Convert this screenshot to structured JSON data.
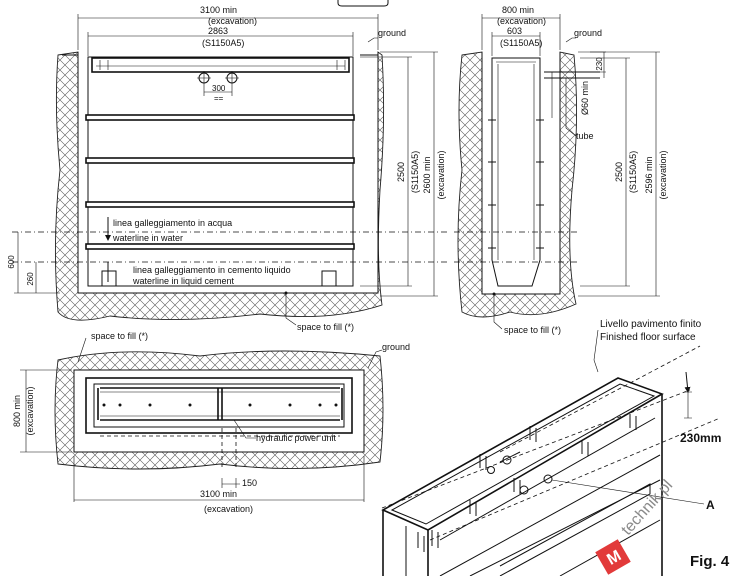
{
  "front_view": {
    "excavation_width": "3100",
    "excavation_width_suffix": "min",
    "excavation_note": "(excavation)",
    "unit_width": "2863",
    "unit_model": "(S1150A5)",
    "ground_label": "ground",
    "hole_spacing": "300",
    "hole_equal": "==",
    "height_unit": "2500",
    "height_model": "(S1150A5)",
    "height_excavation": "2600 min",
    "height_excavation_note": "(excavation)",
    "waterline_water_it": "linea galleggiamento in acqua",
    "waterline_water_en": "waterline in water",
    "waterline_cement_it": "linea galleggiamento in cemento liquido",
    "waterline_cement_en": "waterline in liquid cement",
    "level_600": "600",
    "level_260": "260",
    "space_to_fill": "space to fill (*)"
  },
  "side_view": {
    "excavation_width": "800",
    "excavation_width_suffix": "min",
    "excavation_note": "(excavation)",
    "unit_width": "603",
    "unit_model": "(S1150A5)",
    "ground_label": "ground",
    "dim_230": "230",
    "tube_diameter": "Ø60 min",
    "tube_label": "tube",
    "height_unit": "2500",
    "height_model": "(S1150A5)",
    "height_excavation": "2596 min",
    "height_excavation_note": "(excavation)",
    "space_to_fill": "space to fill (*)"
  },
  "plan_view": {
    "space_to_fill": "space to fill (*)",
    "ground_label": "ground",
    "depth_excavation": "800 min",
    "depth_excavation_note": "(excavation)",
    "hydraulic_label": "hydraulic power unit",
    "dim_150": "150",
    "width_excavation": "3100",
    "width_excavation_suffix": "min",
    "width_excavation_note": "(excavation)"
  },
  "iso_view": {
    "floor_it": "Livello pavimento finito",
    "floor_en": "Finished floor surface",
    "dim_230mm": "230mm",
    "marker_a": "A"
  },
  "watermark": "technik.pl",
  "figure_label": "Fig. 4"
}
